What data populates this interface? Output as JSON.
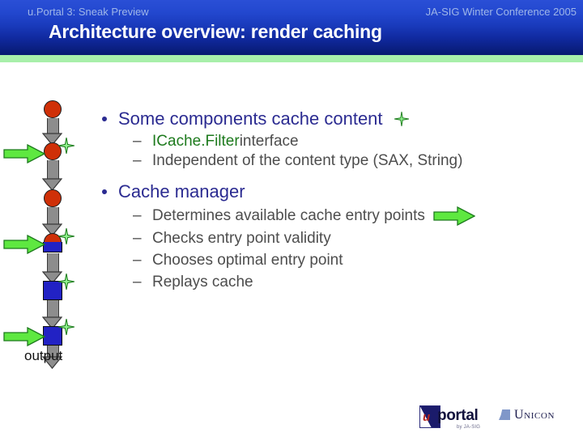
{
  "header": {
    "series_title": "u.Portal 3: Sneak Preview",
    "conference": "JA-SIG Winter Conference 2005",
    "slide_title": "Architecture overview: render caching",
    "band_color": "#1a3bbd",
    "rule_color": "#a8efaa"
  },
  "diagram": {
    "output_label": "output",
    "node_circle_color": "#cf3008",
    "node_square_color": "#2222c4",
    "arrow_color": "#8d8d8d",
    "green_arrow_color": "#5ee840",
    "sparkle_color": "#59d957",
    "nodes": [
      {
        "name": "circle-1",
        "type": "circle",
        "cached": false,
        "entry": false
      },
      {
        "name": "circle-2",
        "type": "circle",
        "cached": true,
        "entry": true
      },
      {
        "name": "circle-3",
        "type": "circle",
        "cached": false,
        "entry": false
      },
      {
        "name": "half-node",
        "type": "half",
        "cached": true,
        "entry": true
      },
      {
        "name": "square-1",
        "type": "square",
        "cached": true,
        "entry": false
      },
      {
        "name": "square-2",
        "type": "square",
        "cached": true,
        "entry": true
      }
    ]
  },
  "content": {
    "bullets": [
      {
        "text": "Some components cache content",
        "has_sparkle": true,
        "has_arrow": false,
        "sub": [
          {
            "keyword": "ICache.Filter",
            "text": " interface",
            "has_arrow": false
          },
          {
            "keyword": "",
            "text": "Independent of the content type (SAX, String)",
            "has_arrow": false
          }
        ]
      },
      {
        "text": "Cache manager",
        "has_sparkle": false,
        "has_arrow": false,
        "sub": [
          {
            "keyword": "",
            "text": "Determines available cache entry points",
            "has_arrow": true
          },
          {
            "keyword": "",
            "text": "Checks entry point validity",
            "has_arrow": false
          },
          {
            "keyword": "",
            "text": "Chooses optimal entry point",
            "has_arrow": false
          },
          {
            "keyword": "",
            "text": "Replays cache",
            "has_arrow": false
          }
        ]
      }
    ],
    "dash": "–",
    "bullet_color": "#2b2b91",
    "sub_color": "#4d4d4d",
    "keyword_color": "#1d7a1d"
  },
  "footer": {
    "uportal": {
      "u": "u",
      "word": "portal",
      "sub": "by JA-SIG"
    },
    "unicon": {
      "word": "Unicon"
    }
  }
}
